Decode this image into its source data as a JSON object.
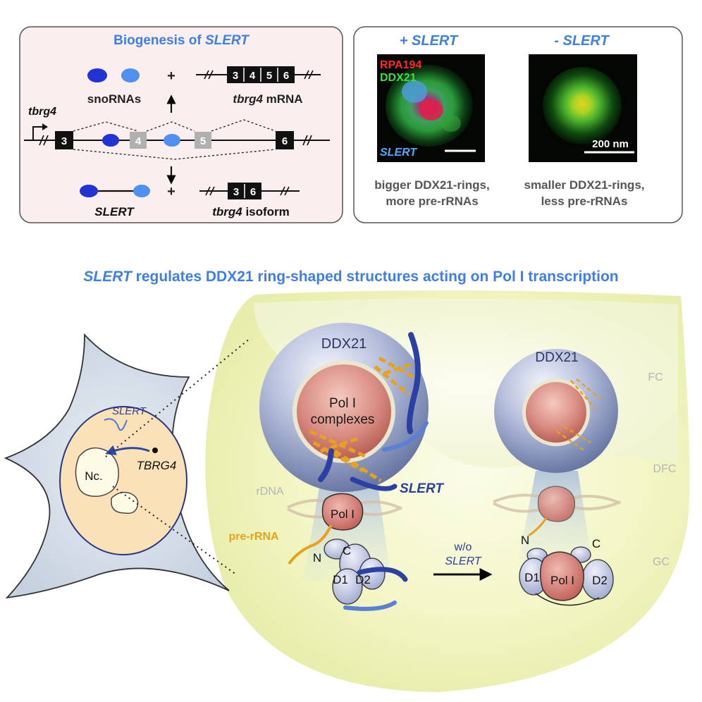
{
  "biogenesis": {
    "title_prefix": "Biogenesis of ",
    "title_gene": "SLERT",
    "top": {
      "snornas_label": "snoRNAs",
      "plus": "+",
      "mrna_gene": "tbrg4",
      "mrna_suffix": " mRNA",
      "exons": [
        "3",
        "4",
        "5",
        "6"
      ]
    },
    "locus": {
      "gene_label": "tbrg4",
      "exons": [
        "3",
        "4",
        "5",
        "6"
      ]
    },
    "bottom": {
      "slert_label": "SLERT",
      "plus": "+",
      "isoform_gene": "tbrg4",
      "isoform_suffix": " isoform",
      "exons": [
        "3",
        "6"
      ]
    }
  },
  "microscopy": {
    "plus_label": "+ SLERT",
    "minus_label": "- SLERT",
    "channel_1": "RPA194",
    "channel_2": "DDX21",
    "channel_3": "SLERT",
    "scale_bar": "200 nm",
    "caption_plus_line1": "bigger DDX21-rings,",
    "caption_plus_line2": "more pre-rRNAs",
    "caption_minus_line1": "smaller DDX21-rings,",
    "caption_minus_line2": "less pre-rRNAs"
  },
  "main": {
    "headline_gene": "SLERT",
    "headline_rest": " regulates DDX21 ring-shaped structures acting on Pol I transcription",
    "cell": {
      "slert": "SLERT",
      "nc": "Nc.",
      "tbrg4": "TBRG4"
    },
    "left_complex": {
      "ddx21": "DDX21",
      "core_line1": "Pol I",
      "core_line2": "complexes",
      "slert": "SLERT",
      "rdna": "rDNA",
      "pol1": "Pol I",
      "pre_rrna": "pre-rRNA",
      "n": "N",
      "c": "C",
      "d1": "D1",
      "d2": "D2"
    },
    "arrow_line1": "w/o",
    "arrow_line2": "SLERT",
    "right_complex": {
      "ddx21": "DDX21",
      "pol1": "Pol I",
      "n": "N",
      "c": "C",
      "d1": "D1",
      "d2": "D2"
    },
    "regions": [
      "FC",
      "DFC",
      "GC"
    ]
  },
  "colors": {
    "title_blue": "#3d7fe6",
    "slert_dark_blue": "#2a3f9e",
    "pre_rrna_orange": "#e8a11a",
    "panel_bg": "#fbeeee",
    "nucleolus_yellow": "#eef2b8",
    "region_gray": "#b5b5b5"
  }
}
